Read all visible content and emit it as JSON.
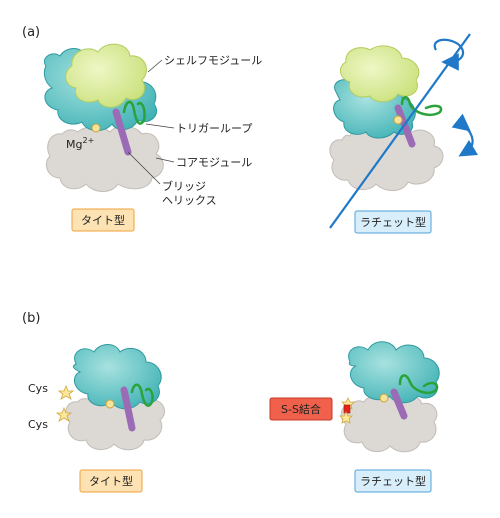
{
  "panels": {
    "a": "(a)",
    "b": "(b)"
  },
  "labels": {
    "shelf_module": "シェルフモジュール",
    "trigger_loop": "トリガーループ",
    "core_module": "コアモジュール",
    "bridge_helix_line1": "ブリッジ",
    "bridge_helix_line2": "ヘリックス",
    "mg_base": "Mg",
    "mg_sup": "2+",
    "cys_top": "Cys",
    "cys_bottom": "Cys"
  },
  "tags": {
    "tight_a": "タイト型",
    "ratchet_a": "ラチェット型",
    "tight_b": "タイト型",
    "ratchet_b": "ラチェット型",
    "ss_bond": "S-S結合"
  },
  "colors": {
    "teal": "#5cc0c0",
    "shelf_green": "#d7ea9a",
    "core_gray": "#dcd8d4",
    "helix_purple": "#9b6bb5",
    "loop_green": "#2aa33a",
    "axis_blue": "#1f78c8",
    "tag_orange_fill": "#fde3b4",
    "tag_orange_stroke": "#f0a23a",
    "tag_blue_fill": "#d8eefa",
    "tag_blue_stroke": "#4fa3d9",
    "ss_fill": "#f0604a",
    "ss_stroke": "#c43a27"
  }
}
